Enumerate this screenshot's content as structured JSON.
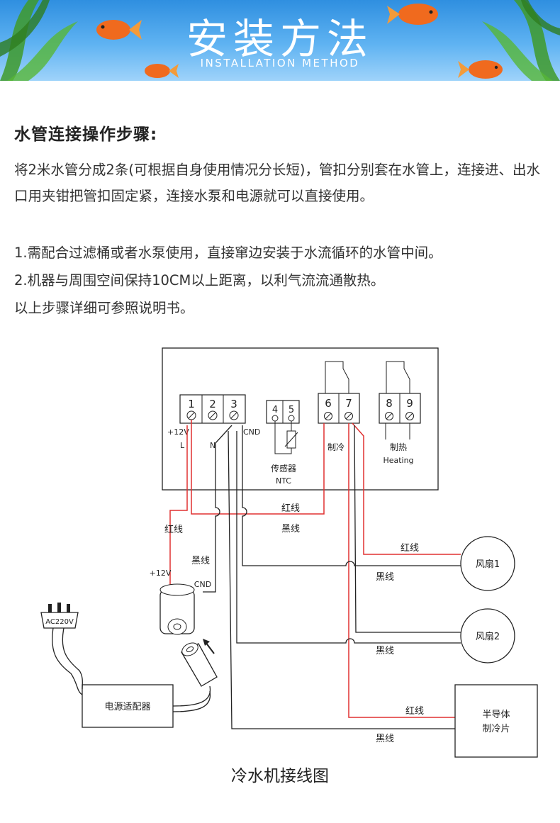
{
  "banner": {
    "title": "安装方法",
    "subtitle": "INSTALLATION METHOD"
  },
  "steps": {
    "heading": "水管连接操作步骤:",
    "paragraph": "将2米水管分成2条(可根据自身使用情况分长短)，管扣分别套在水管上，连接进、出水口用夹钳把管扣固定紧，连接水泵和电源就可以直接使用。",
    "note_1": "1.需配合过滤桶或者水泵使用，直接窜边安装于水流循环的水管中间。",
    "note_2": "2.机器与周围空间保持10CM以上距离，以利气流流通散热。",
    "note_3": "以上步骤详细可参照说明书。"
  },
  "diagram": {
    "terminals": {
      "t1": "1",
      "t2": "2",
      "t3": "3",
      "t4": "4",
      "t5": "5",
      "t6": "6",
      "t7": "7",
      "t8": "8",
      "t9": "9"
    },
    "labels": {
      "plus12v": "+12V",
      "l": "L",
      "n": "N",
      "cnd": "CND",
      "sensor": "传感器",
      "ntc": "NTC",
      "cooling": "制冷",
      "heating_cn": "制热",
      "heating_en": "Heating"
    },
    "wires": {
      "red": "红线",
      "black": "黑线"
    },
    "power": {
      "plus12v": "+12V",
      "cnd": "CND",
      "ac": "AC220V",
      "adapter": "电源适配器"
    },
    "devices": {
      "fan1": "风扇1",
      "fan2": "风扇2",
      "peltier_line1": "半导体",
      "peltier_line2": "制冷片"
    },
    "caption": "冷水机接线图"
  },
  "colors": {
    "red_wire": "#e03030",
    "black_wire": "#222222",
    "banner_top": "#2f8fe0",
    "banner_bottom": "#9fd3fa"
  }
}
